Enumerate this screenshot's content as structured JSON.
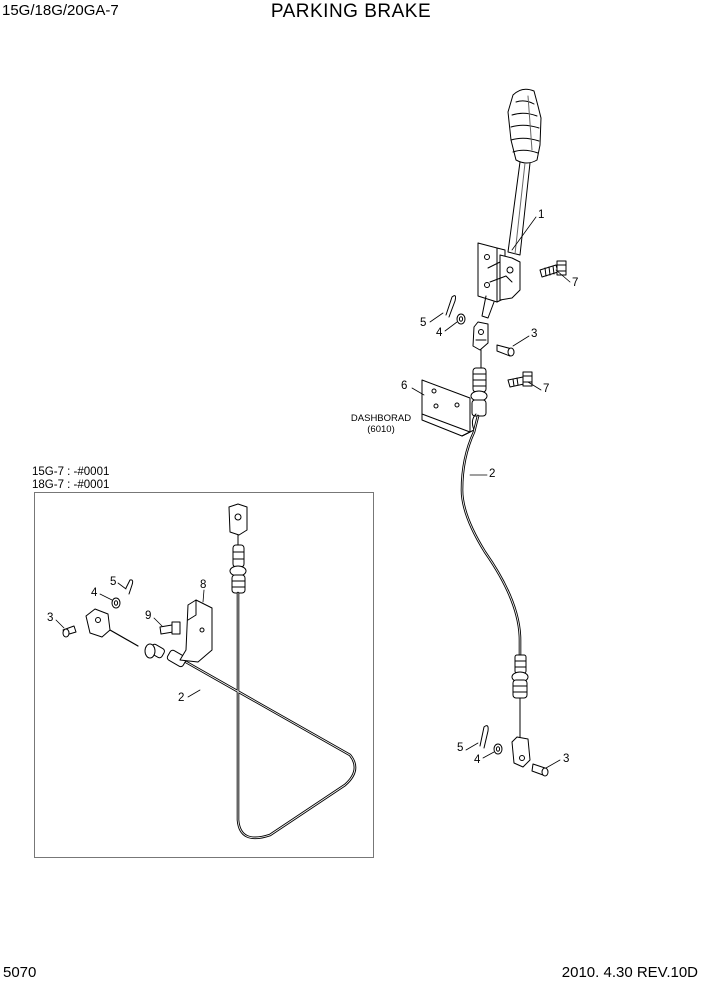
{
  "header": {
    "model": "15G/18G/20GA-7",
    "title": "PARKING BRAKE"
  },
  "footer": {
    "page_number": "5070",
    "revision": "2010. 4.30 REV.10D"
  },
  "inset": {
    "serial_line_1": "15G-7 : -#0001",
    "serial_line_2": "18G-7 : -#0001"
  },
  "annotation": {
    "dashboard": "DASHBORAD",
    "dashboard_ref": "(6010)"
  },
  "callouts": {
    "lever_1": "1",
    "main_7a": "7",
    "main_5a": "5",
    "main_4a": "4",
    "main_3a": "3",
    "main_6": "6",
    "main_7b": "7",
    "main_2": "2",
    "main_5b": "5",
    "main_4b": "4",
    "main_3b": "3",
    "inset_5": "5",
    "inset_4": "4",
    "inset_3": "3",
    "inset_9": "9",
    "inset_8": "8",
    "inset_2": "2"
  }
}
